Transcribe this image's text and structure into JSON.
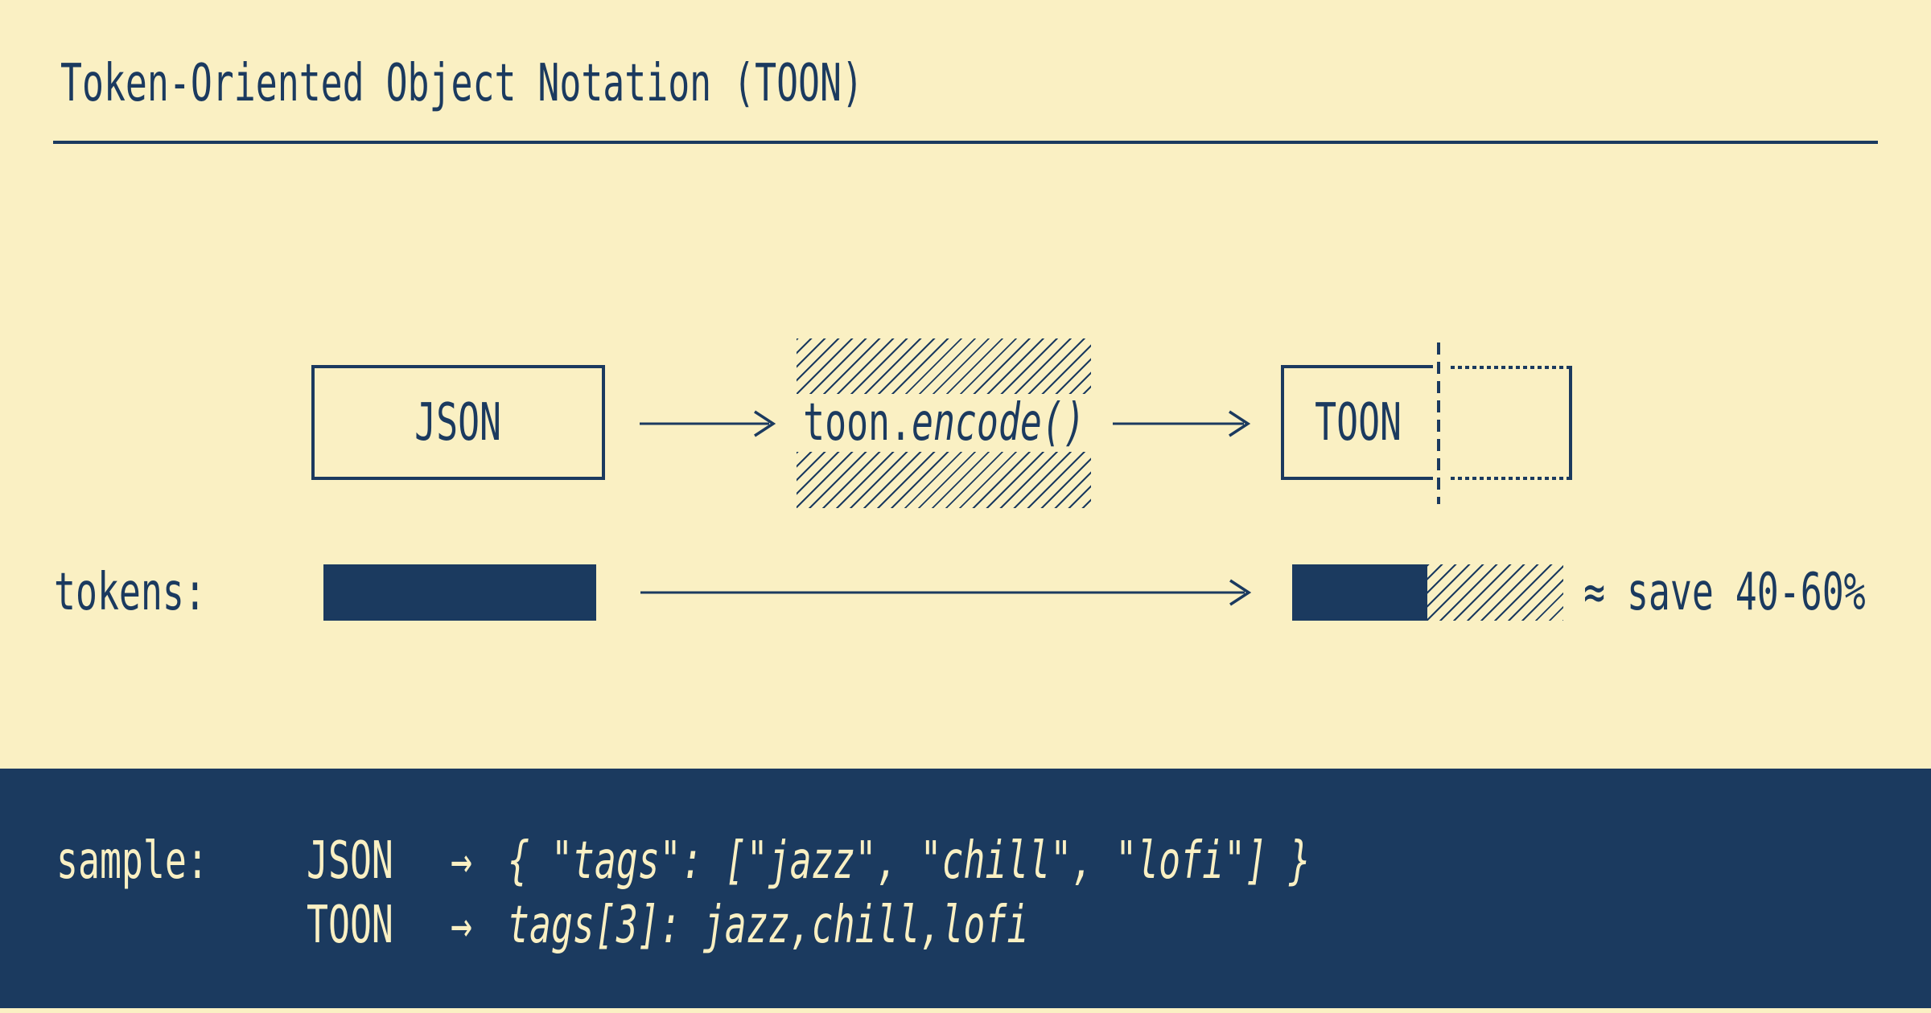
{
  "title": "Token-Oriented Object Notation (TOON)",
  "palette": {
    "cream": "#FAF0C3",
    "navy": "#1B3A5F"
  },
  "flow": {
    "input_label": "JSON",
    "transform_prefix": "toon.",
    "transform_call": "encode()",
    "output_label": "TOON"
  },
  "tokens_row": {
    "label": "tokens:",
    "savings_note": "≈ save 40-60%"
  },
  "sample": {
    "label": "sample:",
    "rows": [
      {
        "format": "JSON",
        "arrow": "→",
        "code": "{ \"tags\": [\"jazz\", \"chill\", \"lofi\"] }"
      },
      {
        "format": "TOON",
        "arrow": "→",
        "code": "tags[3]: jazz,chill,lofi"
      }
    ]
  }
}
